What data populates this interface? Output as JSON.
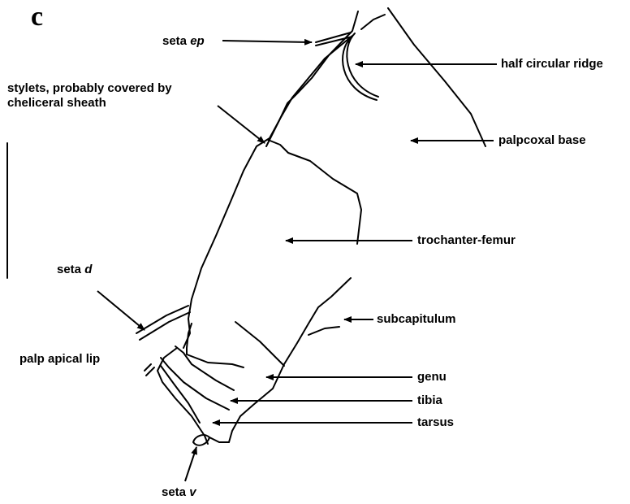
{
  "figure": {
    "panel_letter": "c",
    "labels": {
      "seta_ep": {
        "prefix": "seta ",
        "italic": "ep"
      },
      "half_circular_ridge": "half circular ridge",
      "stylets_line1": "stylets, probably covered by",
      "stylets_line2": "cheliceral sheath",
      "palpcoxal_base": "palpcoxal base",
      "trochanter_femur": "trochanter-femur",
      "seta_d": {
        "prefix": "seta ",
        "italic": "d"
      },
      "subcapitulum": "subcapitulum",
      "palp_apical_lip": "palp apical lip",
      "genu": "genu",
      "tibia": "tibia",
      "tarsus": "tarsus",
      "seta_v": {
        "prefix": "seta ",
        "italic": "v"
      }
    }
  }
}
